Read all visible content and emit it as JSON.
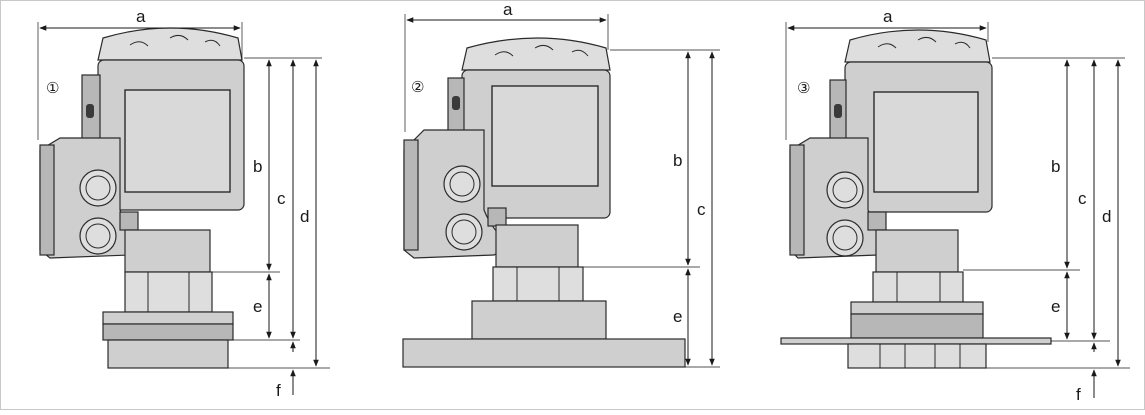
{
  "figures": [
    {
      "marker": "①",
      "dims": {
        "a": "a",
        "b": "b",
        "c": "c",
        "d": "d",
        "e": "e",
        "f": "f"
      },
      "colors": {
        "housing": "#cfcfcf",
        "outline": "#2b2b2b"
      }
    },
    {
      "marker": "②",
      "dims": {
        "a": "a",
        "b": "b",
        "c": "c",
        "e": "e"
      },
      "colors": {
        "housing": "#cfcfcf",
        "outline": "#2b2b2b"
      }
    },
    {
      "marker": "③",
      "dims": {
        "a": "a",
        "b": "b",
        "c": "c",
        "d": "d",
        "e": "e",
        "f": "f"
      },
      "colors": {
        "housing": "#cfcfcf",
        "outline": "#2b2b2b"
      }
    }
  ]
}
